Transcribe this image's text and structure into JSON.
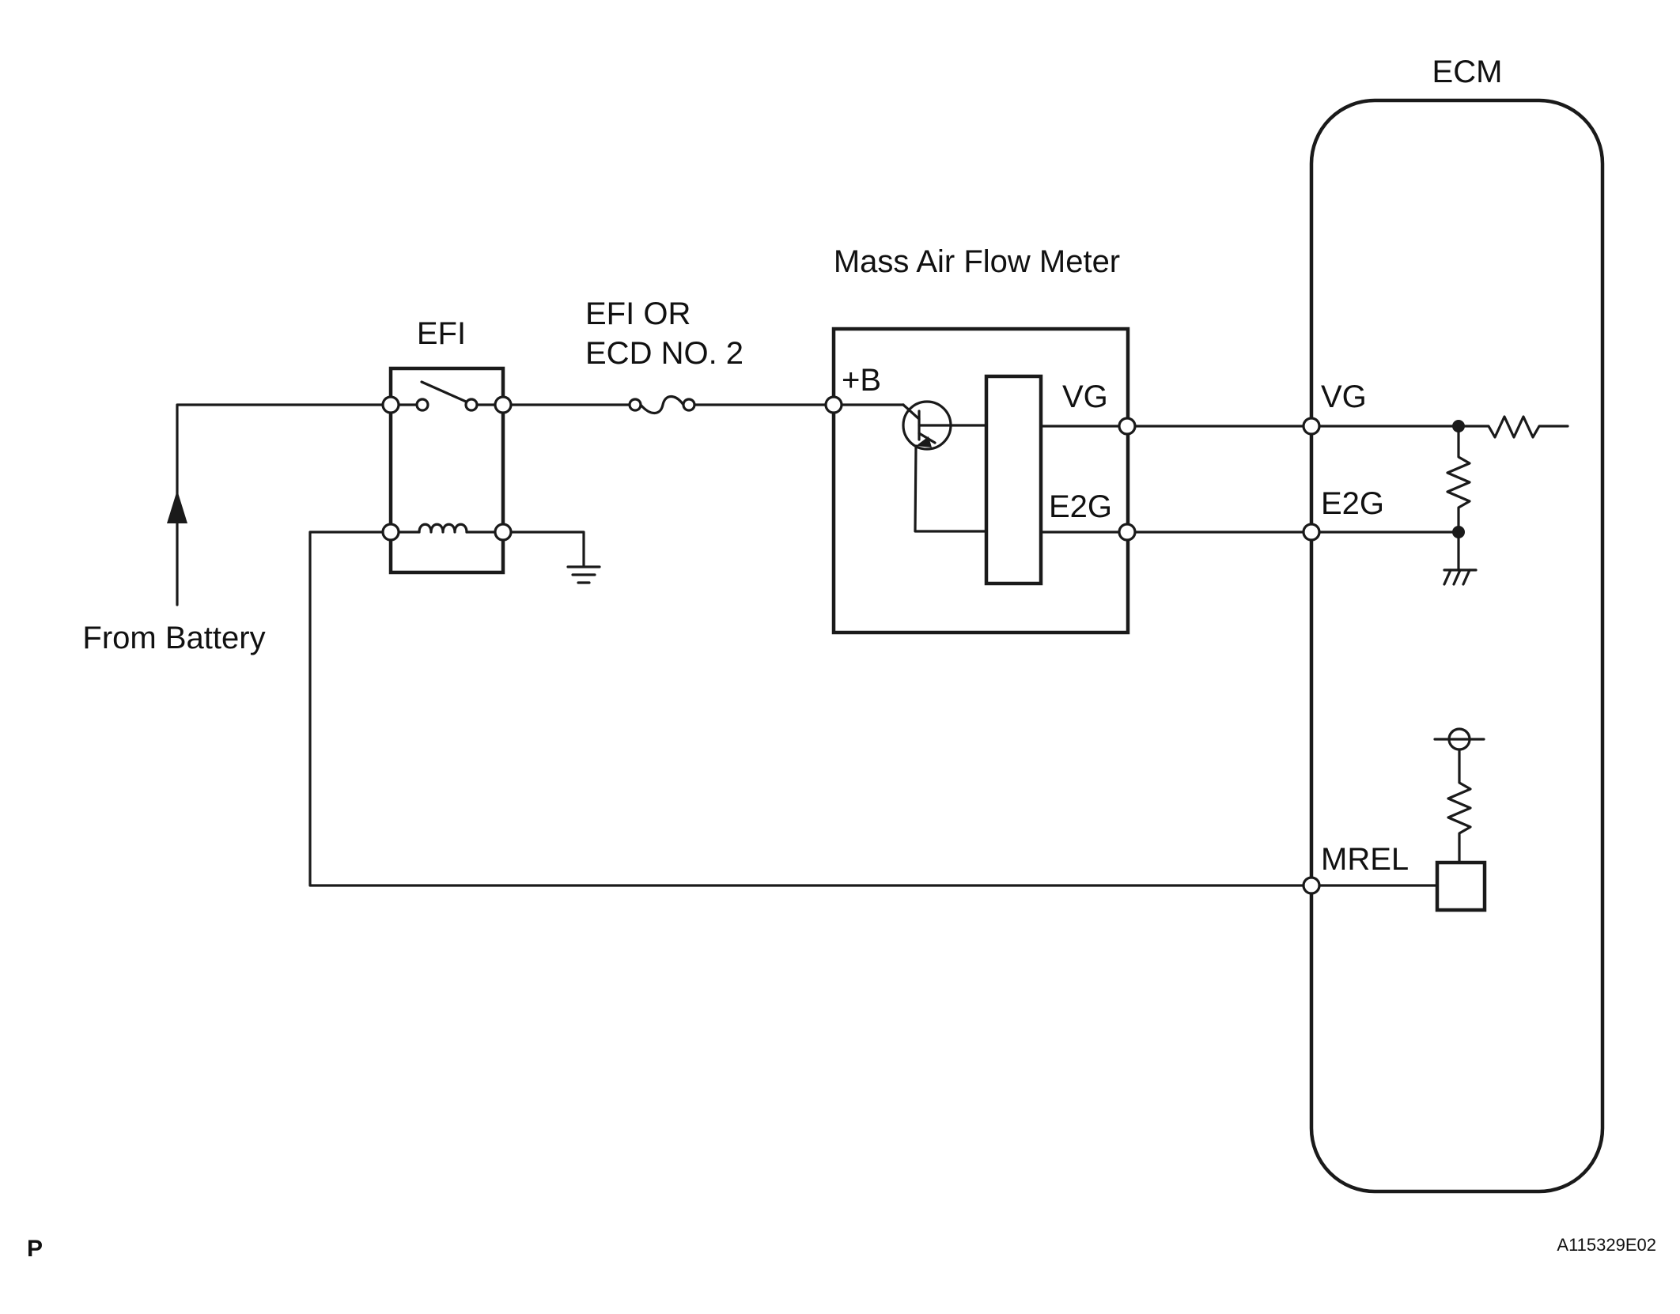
{
  "labels": {
    "ecm": "ECM",
    "maf": "Mass Air Flow Meter",
    "efi_relay": "EFI",
    "fuse_line1": "EFI OR",
    "fuse_line2": "ECD NO. 2",
    "from_battery": "From Battery",
    "maf_plus_b": "+B",
    "maf_vg": "VG",
    "maf_e2g": "E2G",
    "ecm_vg": "VG",
    "ecm_e2g": "E2G",
    "ecm_mrel": "MREL",
    "page_marker": "P",
    "figure_code": "A115329E02"
  },
  "icons": [
    "relay-switch-icon",
    "relay-coil-icon",
    "fuse-icon",
    "transistor-icon",
    "resistor-icon",
    "ground-icon",
    "chassis-ground-icon",
    "arrow-up-icon",
    "power-source-icon"
  ]
}
